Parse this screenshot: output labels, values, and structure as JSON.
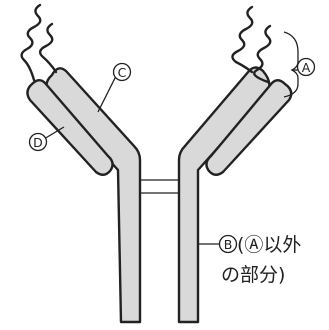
{
  "labels": {
    "a": "A",
    "b": "B",
    "c": "C",
    "d": "D",
    "b_text_line1": "(Ⓐ以外",
    "b_text_line2": "の部分)"
  },
  "colors": {
    "chain_fill": "#d9d9d9",
    "outline": "#222222",
    "background": "#ffffff"
  }
}
